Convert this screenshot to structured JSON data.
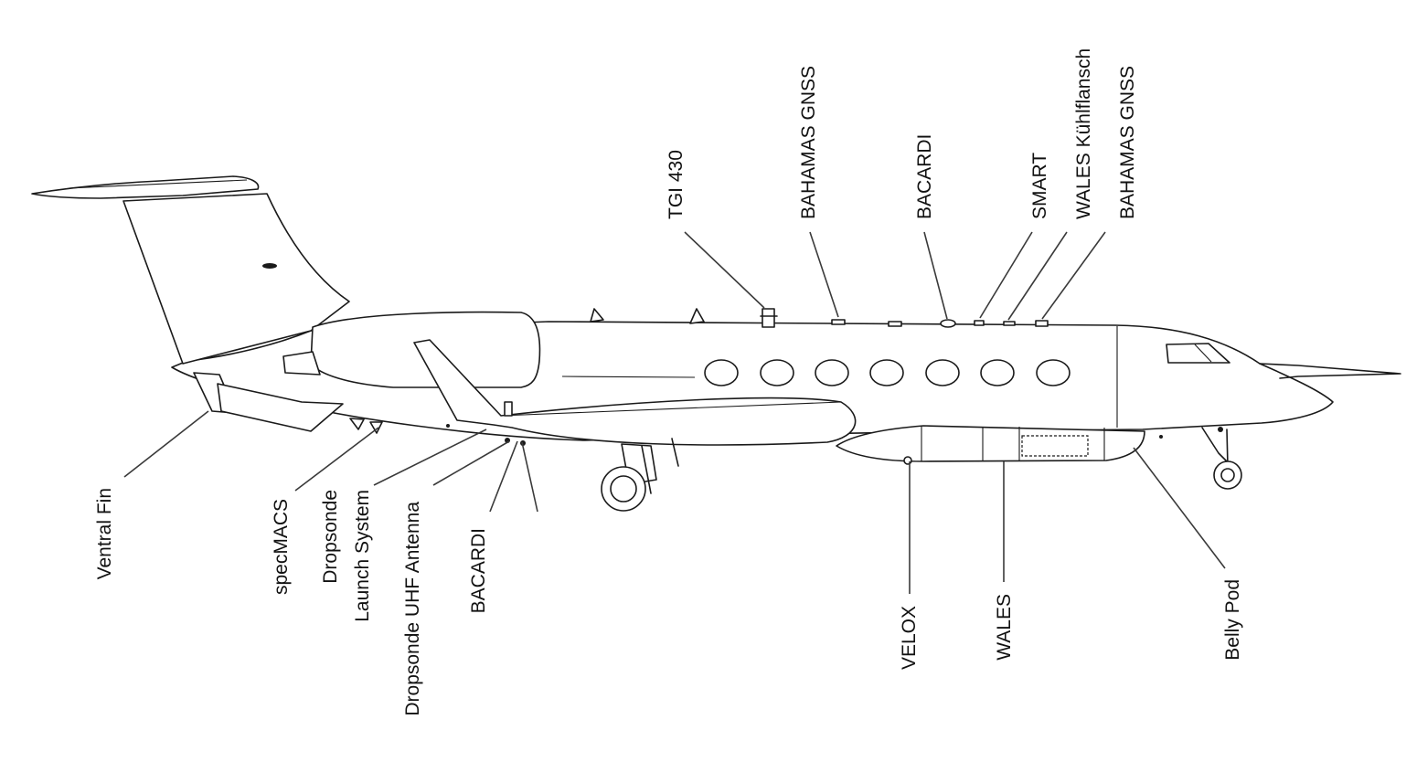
{
  "labels": {
    "tgi430": "TGI 430",
    "bahamas_gnss_1": "BAHAMAS GNSS",
    "bacardi_top": "BACARDI",
    "smart": "SMART",
    "wales_kuehlflansch": "WALES Kühlflansch",
    "bahamas_gnss_2": "BAHAMAS GNSS",
    "ventral_fin": "Ventral Fin",
    "specmacs": "specMACS",
    "dropsonde_launch_line1": "Dropsonde",
    "dropsonde_launch_line2": "Launch System",
    "dropsonde_uhf": "Dropsonde UHF Antenna",
    "bacardi_bottom": "BACARDI",
    "velox": "VELOX",
    "wales": "WALES",
    "belly_pod": "Belly Pod"
  }
}
